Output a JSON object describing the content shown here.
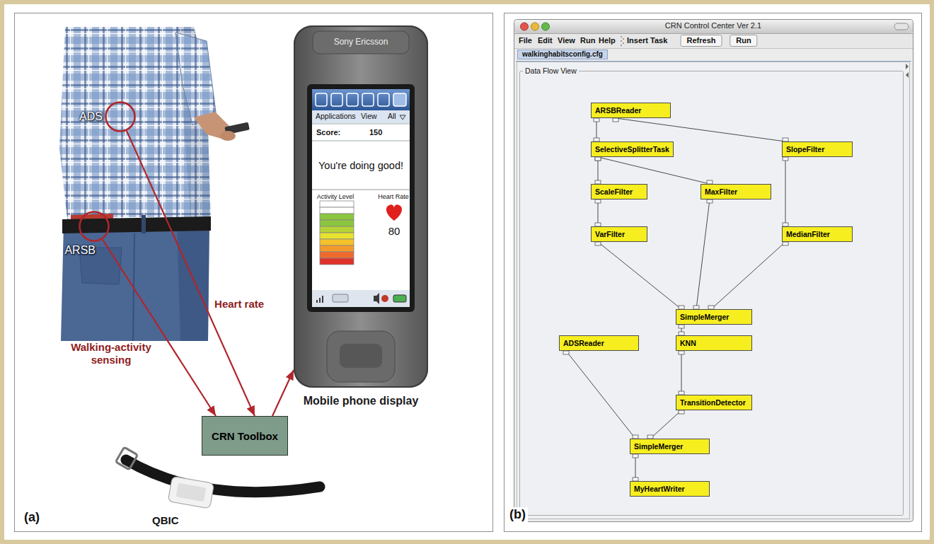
{
  "diagram": {
    "nodes": [
      {
        "text": [
          "ADS"
        ]
      },
      {
        "text": [
          "ARSB"
        ]
      },
      {
        "text": [
          "CRN Toolbox"
        ]
      },
      {
        "text": [
          "Mobile phone display"
        ]
      },
      {
        "text": [
          "ARSBReader"
        ]
      },
      {
        "text": [
          "SelectiveSplitterTask"
        ]
      },
      {
        "text": [
          "SlopeFilter"
        ]
      },
      {
        "text": [
          "ScaleFilter"
        ]
      },
      {
        "text": [
          "MaxFilter"
        ]
      },
      {
        "text": [
          "VarFilter"
        ]
      },
      {
        "text": [
          "MedianFilter"
        ]
      },
      {
        "text": [
          "SimpleMerger"
        ]
      },
      {
        "text": [
          "ADSReader"
        ]
      },
      {
        "text": [
          "KNN"
        ]
      },
      {
        "text": [
          "TransitionDetector"
        ]
      },
      {
        "text": [
          "SimpleMerger"
        ]
      },
      {
        "text": [
          "MyHeartWriter"
        ]
      }
    ],
    "edges": [
      {
        "from": 0,
        "to": 2,
        "label": "Heart rate",
        "arrow": "to"
      },
      {
        "from": 1,
        "to": 2,
        "label": "Walking-activity sensing",
        "arrow": "to"
      },
      {
        "from": 2,
        "to": 3,
        "arrow": "to"
      },
      {
        "from": 4,
        "to": 5,
        "arrow": "none"
      },
      {
        "from": 4,
        "to": 6,
        "arrow": "none"
      },
      {
        "from": 5,
        "to": 7,
        "arrow": "none"
      },
      {
        "from": 5,
        "to": 8,
        "arrow": "none"
      },
      {
        "from": 7,
        "to": 9,
        "arrow": "none"
      },
      {
        "from": 6,
        "to": 10,
        "arrow": "none"
      },
      {
        "from": 9,
        "to": 11,
        "arrow": "none"
      },
      {
        "from": 8,
        "to": 11,
        "arrow": "none"
      },
      {
        "from": 10,
        "to": 11,
        "arrow": "none"
      },
      {
        "from": 11,
        "to": 13,
        "arrow": "none"
      },
      {
        "from": 13,
        "to": 14,
        "arrow": "none"
      },
      {
        "from": 12,
        "to": 15,
        "arrow": "none"
      },
      {
        "from": 14,
        "to": 15,
        "arrow": "none"
      },
      {
        "from": 15,
        "to": 16,
        "arrow": "none"
      }
    ],
    "labels": [
      "Sony Ericsson",
      "Applications",
      "View",
      "All",
      "Score:",
      "150",
      "You're doing good!",
      "Activity Level",
      "Heart Rate",
      "80",
      "QBIC",
      "(a)",
      "CRN Control Center Ver 2.1",
      "File",
      "Edit",
      "View",
      "Run",
      "Help",
      "Insert Task",
      "Refresh",
      "Run",
      "walkinghabitsconfig.cfg",
      "Data Flow View",
      "(b)"
    ]
  }
}
